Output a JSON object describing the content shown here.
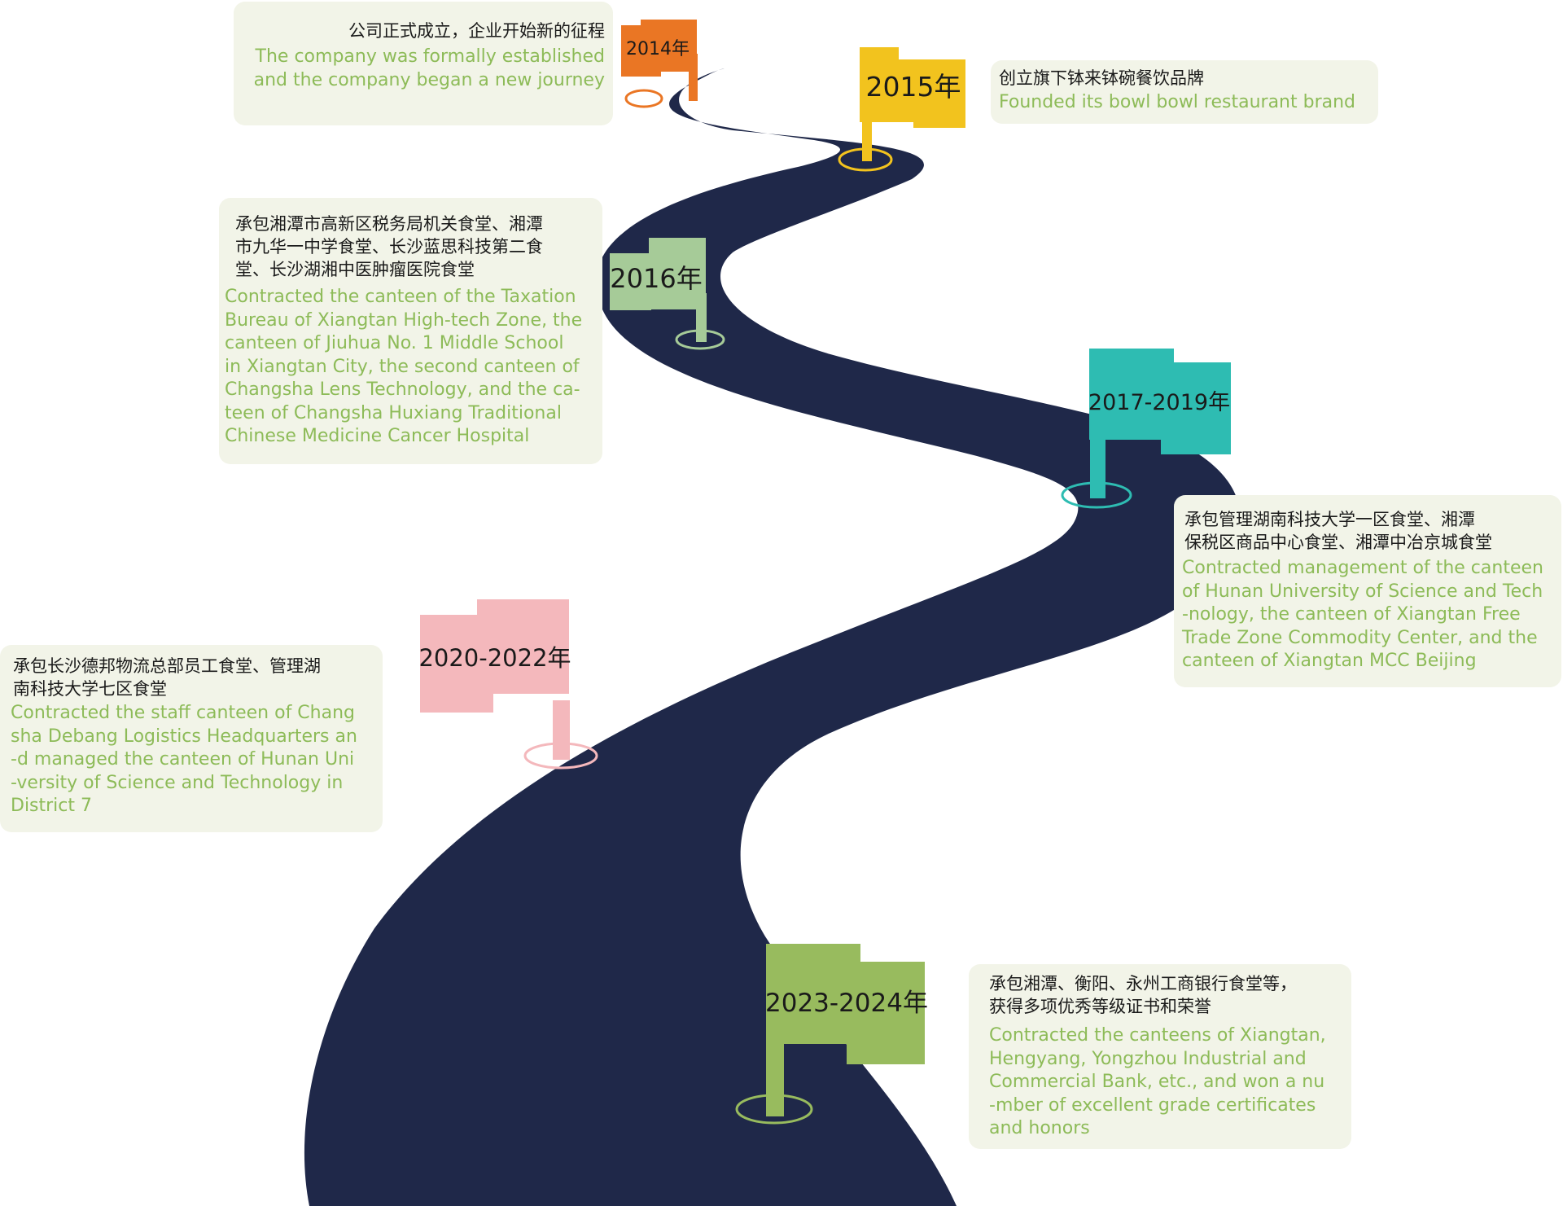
{
  "milestones": [
    {
      "year": "2014年",
      "color": "#ea7624",
      "zh": "公司正式成立，企业开始新的征程",
      "en": "The company was formally established\nand the company began a new journey"
    },
    {
      "year": "2015年",
      "color": "#f2c31e",
      "zh": "创立旗下钵来钵碗餐饮品牌",
      "en": "Founded its bowl bowl restaurant brand"
    },
    {
      "year": "2016年",
      "color": "#a6cb98",
      "zh": "承包湘潭市高新区税务局机关食堂、湘潭\n市九华一中学食堂、长沙蓝思科技第二食\n堂、长沙湖湘中医肿瘤医院食堂",
      "en": "Contracted the canteen of the Taxation\nBureau of Xiangtan High-tech Zone, the\n canteen of Jiuhua No. 1 Middle School\nin Xiangtan City, the second canteen of\nChangsha Lens Technology, and the ca-\nteen of Changsha Huxiang Traditional\nChinese Medicine Cancer Hospital"
    },
    {
      "year": "2017-2019年",
      "color": "#2ebcb2",
      "zh": "承包管理湖南科技大学一区食堂、湘潭\n保税区商品中心食堂、湘潭中冶京城食堂",
      "en": "Contracted management of the canteen\nof Hunan University of Science and Tech\n-nology, the canteen of Xiangtan Free\nTrade Zone Commodity Center, and the\ncanteen of Xiangtan MCC Beijing"
    },
    {
      "year": "2020-2022年",
      "color": "#f4b8bc",
      "zh": "承包长沙德邦物流总部员工食堂、管理湖\n南科技大学七区食堂",
      "en": "Contracted the staff canteen of Chang\nsha Debang Logistics Headquarters an\n-d managed the canteen of Hunan Uni\n-versity of Science and Technology in\nDistrict 7"
    },
    {
      "year": "2023-2024年",
      "color": "#98bb5e",
      "zh": "承包湘潭、衡阳、永州工商银行食堂等，\n获得多项优秀等级证书和荣誉",
      "en": "Contracted the canteens of Xiangtan,\nHengyang, Yongzhou Industrial and\nCommercial Bank, etc., and won a nu\n-mber of excellent grade certificates\n and honors"
    }
  ],
  "road_color": "#1f2849"
}
